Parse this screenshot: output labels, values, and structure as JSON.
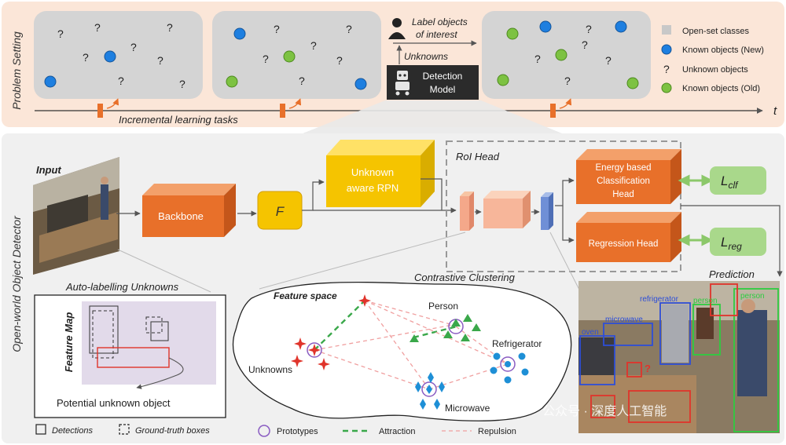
{
  "problem_setting": {
    "section_label": "Problem Setting",
    "timeline_label": "Incremental learning tasks",
    "time_symbol": "t",
    "label_objects_line1": "Label objects",
    "label_objects_line2": "of interest",
    "unknowns_label": "Unknowns",
    "detection_model_line1": "Detection",
    "detection_model_line2": "Model",
    "legend": {
      "open_set": "Open-set classes",
      "known_new": "Known objects (New)",
      "unknown_symbol": "?",
      "unknown": "Unknown objects",
      "known_old": "Known objects (Old)"
    },
    "colors": {
      "known_new": "#1e7fe0",
      "known_old": "#7dc242",
      "panel_bg": "#d4d4d4",
      "section_bg": "#fbe6d8"
    }
  },
  "detector": {
    "section_label": "Open-world Object Detector",
    "input_label": "Input",
    "backbone_label": "Backbone",
    "f_label": "F",
    "rpn_line1": "Unknown",
    "rpn_line2": "aware RPN",
    "roi_head_label": "RoI Head",
    "energy_line1": "Energy based",
    "energy_line2": "Classification",
    "energy_line3": "Head",
    "regression_label": "Regression Head",
    "l_clf_main": "L",
    "l_clf_sub": "clf",
    "l_reg_main": "L",
    "l_reg_sub": "reg",
    "prediction_label": "Prediction",
    "colors": {
      "box_orange": "#e8702a",
      "box_yellow": "#f5c400",
      "loss_green": "#a9d88b"
    }
  },
  "auto_labelling": {
    "title": "Auto-labelling Unknowns",
    "feature_map": "Feature Map",
    "potential": "Potential unknown object",
    "legend_detections": "Detections",
    "legend_gt": "Ground-truth boxes"
  },
  "contrastive": {
    "title": "Contrastive Clustering",
    "feature_space": "Feature space",
    "person": "Person",
    "refrigerator": "Refrigerator",
    "unknowns": "Unknowns",
    "microwave": "Microwave",
    "legend_prototypes": "Prototypes",
    "legend_attraction": "Attraction",
    "legend_repulsion": "Repulsion"
  },
  "prediction_labels": {
    "refrigerator": "refrigerator",
    "microwave": "microwave",
    "oven": "oven",
    "person": "person",
    "unknown_mark": "?"
  },
  "watermark": "公众号 · 深度人工智能"
}
